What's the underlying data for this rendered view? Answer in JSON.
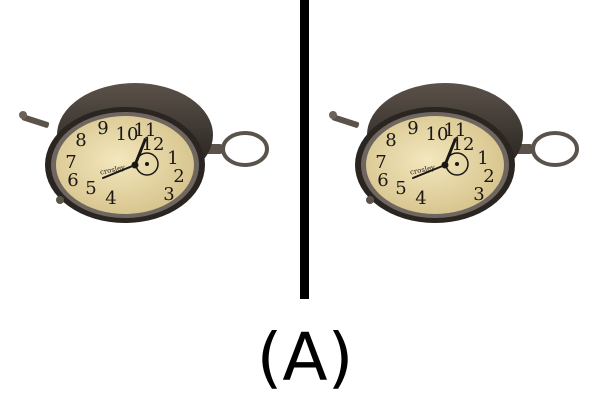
{
  "caption": {
    "label": "(A)"
  },
  "panels": [
    {
      "side": "left",
      "image": {
        "icon": "pocket-watch-clock-icon",
        "dial_numerals": [
          "12",
          "1",
          "2",
          "3",
          "4",
          "5",
          "6",
          "7",
          "8",
          "9",
          "10",
          "11"
        ],
        "brand_text": "crosley",
        "colors": {
          "case": "#3b3530",
          "face": "#e8d9a8",
          "ring": "#5a534c",
          "numerals": "#1a1714"
        }
      }
    },
    {
      "side": "right",
      "image": {
        "icon": "pocket-watch-clock-icon",
        "dial_numerals": [
          "12",
          "1",
          "2",
          "3",
          "4",
          "5",
          "6",
          "7",
          "8",
          "9",
          "10",
          "11"
        ],
        "brand_text": "crosley",
        "colors": {
          "case": "#3b3530",
          "face": "#e8d9a8",
          "ring": "#5a534c",
          "numerals": "#1a1714"
        }
      }
    }
  ],
  "divider": {
    "color": "#000000"
  }
}
